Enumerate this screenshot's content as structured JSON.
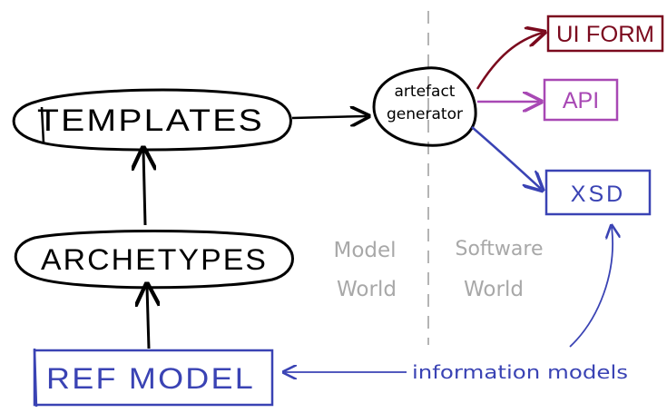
{
  "nodes": {
    "templates": "TEMPLATES",
    "archetypes": "ARCHETYPES",
    "ref_model": "REF MODEL",
    "generator_line1": "artefact",
    "generator_line2": "generator",
    "ui_form": "UI FORM",
    "api": "API",
    "xsd": "XSD"
  },
  "annotations": {
    "model_world_line1": "Model",
    "model_world_line2": "World",
    "software_world_line1": "Software",
    "software_world_line2": "World",
    "information_models": "information models"
  },
  "colors": {
    "ink": "#000000",
    "ui_form": "#7b0a1e",
    "api": "#a848b4",
    "xsd": "#3a43b4",
    "ref_model": "#3a43b4",
    "info_models": "#3a43b4",
    "world_label": "#a8a8a8",
    "divider": "#b4b4b4"
  }
}
